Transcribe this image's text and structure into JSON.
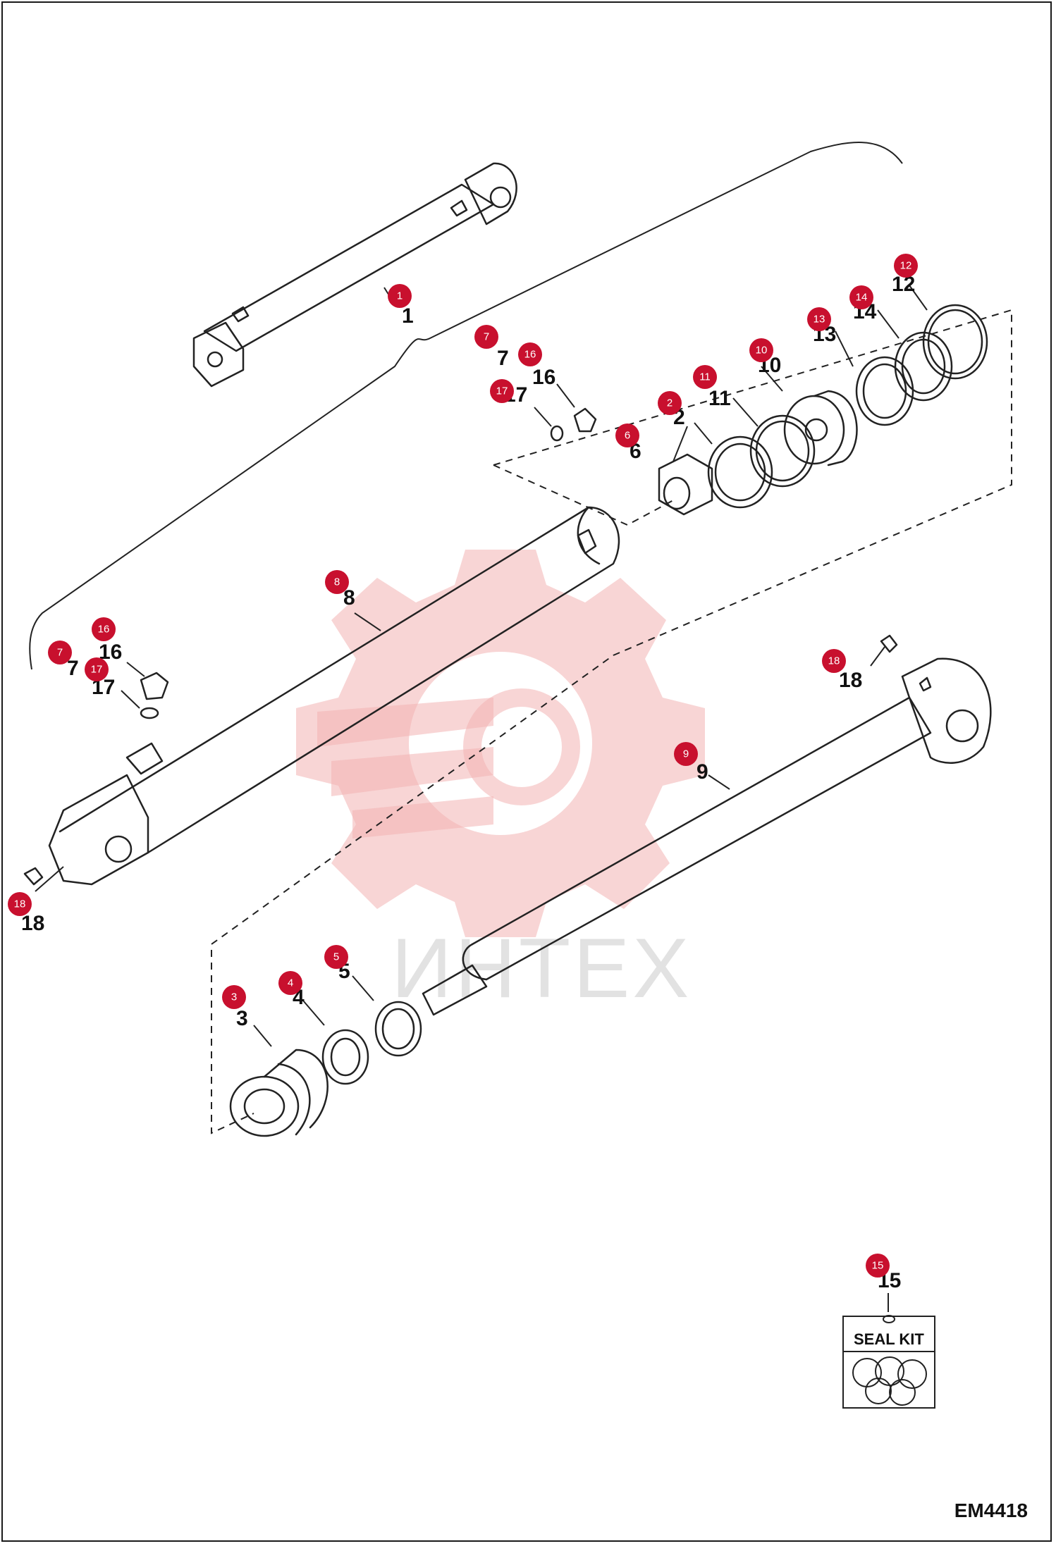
{
  "drawing_code": "EM4418",
  "seal_kit_label": "SEAL KIT",
  "watermark_text": "ИНТЕХ",
  "colors": {
    "badge": "#c8102e",
    "watermark": "#f2b3b3",
    "line": "#222222"
  },
  "callouts": [
    {
      "id": "c1",
      "badge": "1",
      "label": "1"
    },
    {
      "id": "c2",
      "badge": "2",
      "label": "2"
    },
    {
      "id": "c3",
      "badge": "3",
      "label": "3"
    },
    {
      "id": "c4",
      "badge": "4",
      "label": "4"
    },
    {
      "id": "c5",
      "badge": "5",
      "label": "5"
    },
    {
      "id": "c6",
      "badge": "6",
      "label": "6"
    },
    {
      "id": "c7a",
      "badge": "7",
      "label": "7"
    },
    {
      "id": "c7b",
      "badge": "7",
      "label": "7"
    },
    {
      "id": "c8",
      "badge": "8",
      "label": "8"
    },
    {
      "id": "c9",
      "badge": "9",
      "label": "9"
    },
    {
      "id": "c10",
      "badge": "10",
      "label": "10"
    },
    {
      "id": "c11",
      "badge": "11",
      "label": "11"
    },
    {
      "id": "c12",
      "badge": "12",
      "label": "12"
    },
    {
      "id": "c13",
      "badge": "13",
      "label": "13"
    },
    {
      "id": "c14",
      "badge": "14",
      "label": "14"
    },
    {
      "id": "c15",
      "badge": "15",
      "label": "15"
    },
    {
      "id": "c16a",
      "badge": "16",
      "label": "16"
    },
    {
      "id": "c16b",
      "badge": "16",
      "label": "16"
    },
    {
      "id": "c17a",
      "badge": "17",
      "label": "17"
    },
    {
      "id": "c17b",
      "badge": "17",
      "label": "17"
    },
    {
      "id": "c18a",
      "badge": "18",
      "label": "18"
    },
    {
      "id": "c18b",
      "badge": "18",
      "label": "18"
    }
  ]
}
